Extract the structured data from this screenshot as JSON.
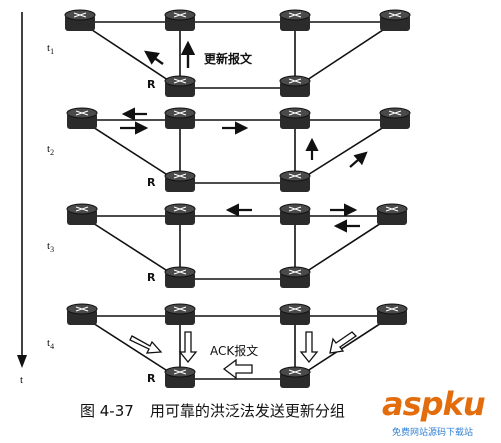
{
  "time_labels": {
    "t1": {
      "base": "t",
      "sub": "1"
    },
    "t2": {
      "base": "t",
      "sub": "2"
    },
    "t3": {
      "base": "t",
      "sub": "3"
    },
    "t4": {
      "base": "t",
      "sub": "4"
    },
    "axis": "t"
  },
  "labels": {
    "router_r": "R",
    "update_msg": "更新报文",
    "ack_msg": "ACK报文"
  },
  "caption": {
    "number": "图 4-37",
    "text": "用可靠的洪泛法发送更新分组"
  },
  "watermark": {
    "logo": "aspku",
    "sub": "免费网站源码下载站"
  },
  "colors": {
    "line": "#111111",
    "router_fill": "#2b2b2b",
    "watermark_orange": "#e36d0d",
    "watermark_blue": "#2f7fd5"
  }
}
